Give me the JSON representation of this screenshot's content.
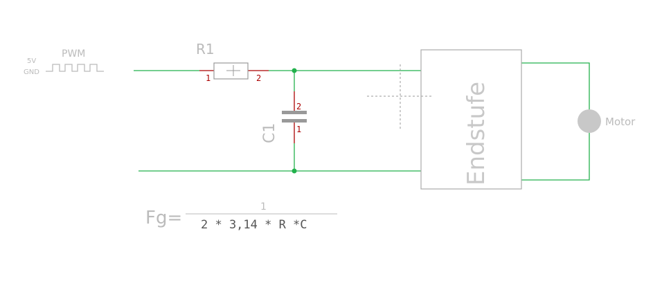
{
  "signal": {
    "v_high": "5V",
    "v_low": "GND",
    "name": "PWM"
  },
  "resistor": {
    "ref": "R1",
    "pin1": "1",
    "pin2": "2"
  },
  "capacitor": {
    "ref": "C1",
    "pin1": "1",
    "pin2": "2"
  },
  "amplifier": {
    "label": "Endstufe"
  },
  "motor": {
    "label": "Motor"
  },
  "formula": {
    "lhs": "Fg=",
    "numerator": "1",
    "denominator": "2 * 3,14 * R *C"
  },
  "colors": {
    "wire": "#22b14c",
    "pin": "#aa0000",
    "pin_text": "#aa0000",
    "body": "#999999",
    "label": "#bbbbbb",
    "junction": "#22b14c",
    "motor_fill": "#c8c8c8"
  }
}
